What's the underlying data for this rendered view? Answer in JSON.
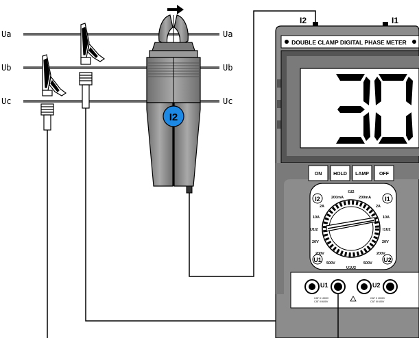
{
  "lines": {
    "ua_left": "Ua",
    "ua_right": "Ua",
    "ub_left": "Ub",
    "ub_right": "Ub",
    "uc_left": "Uc",
    "uc_right": "Uc"
  },
  "clamp": {
    "badge": "I2"
  },
  "meter": {
    "jack_i2": "I2",
    "jack_i1": "I1",
    "title": "DOUBLE CLAMP DIGITAL PHASE METER",
    "display": "30",
    "buttons": {
      "on": "ON",
      "hold": "HOLD",
      "lamp": "LAMP",
      "off": "OFF"
    },
    "dial": {
      "top": "I1I2",
      "l_200ma": "200mA",
      "r_200ma": "200mA",
      "l_2a": "2A",
      "r_2a": "2A",
      "l_10a": "10A",
      "r_10a": "10A",
      "l_u1i2": "U1I2",
      "r_i1u2": "I1U2",
      "l_20v": "20V",
      "r_20v": "20V",
      "l_200v": "200V",
      "r_200v": "200V",
      "l_500v": "500V",
      "r_500v": "500V",
      "bottom": "U1U2",
      "corner_i2": "I2",
      "corner_i1": "I1",
      "corner_u1": "U1",
      "corner_u2": "U2"
    },
    "terminals": {
      "u1": "U1",
      "u2": "U2",
      "cat_left_1": "CAT II 1000V",
      "cat_left_2": "CAT III 600V",
      "cat_right_1": "CAT II 1000V",
      "cat_right_2": "CAT III 600V"
    }
  },
  "colors": {
    "clamp_badge": "#1e88e5",
    "body_gray": "#8c8c8c",
    "lcd": "#ffffff"
  }
}
